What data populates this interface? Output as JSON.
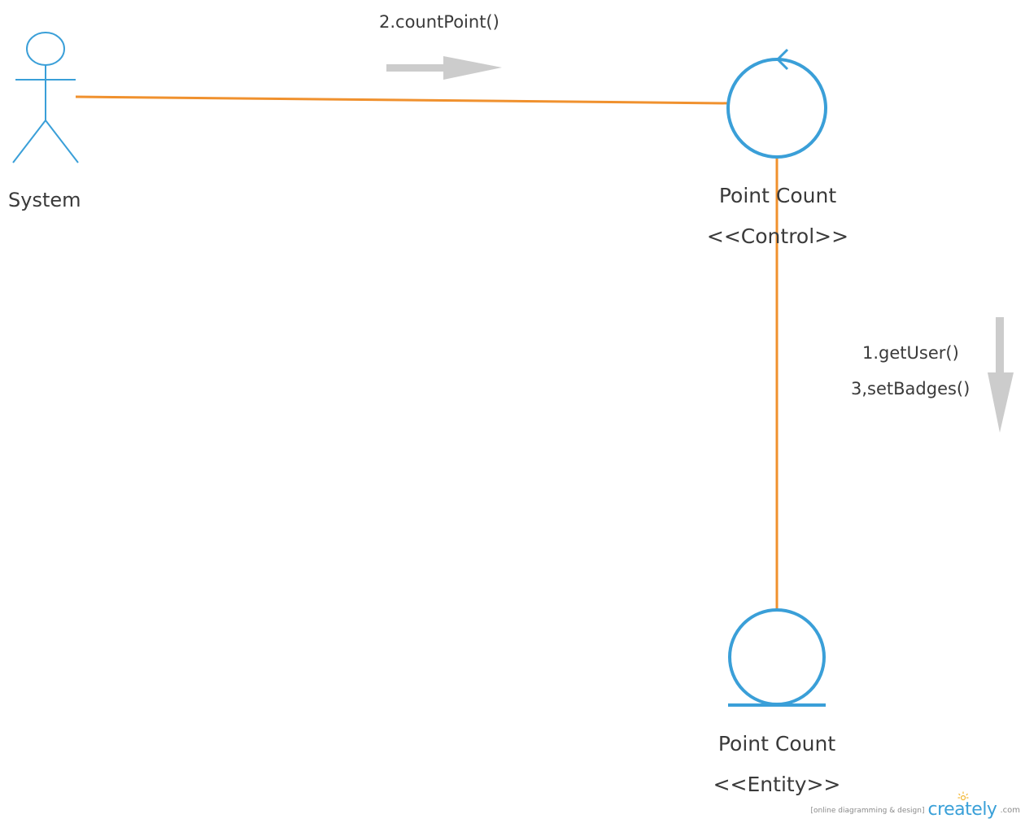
{
  "colors": {
    "shape_stroke": "#3a9fd8",
    "link_stroke": "#f0912e",
    "arrow_fill": "#cccccc",
    "text": "#3a3a3a"
  },
  "actor": {
    "label": "System"
  },
  "control": {
    "name": "Point Count",
    "stereotype": "<<Control>>"
  },
  "entity": {
    "name": "Point Count",
    "stereotype": "<<Entity>>"
  },
  "messages": {
    "system_to_control": "2.countPoint()",
    "control_to_entity_1": "1.getUser()",
    "control_to_entity_2": "3,setBadges()"
  },
  "watermark": {
    "tagline": "[online diagramming & design]",
    "brand": "creately",
    "domain": ".com"
  }
}
